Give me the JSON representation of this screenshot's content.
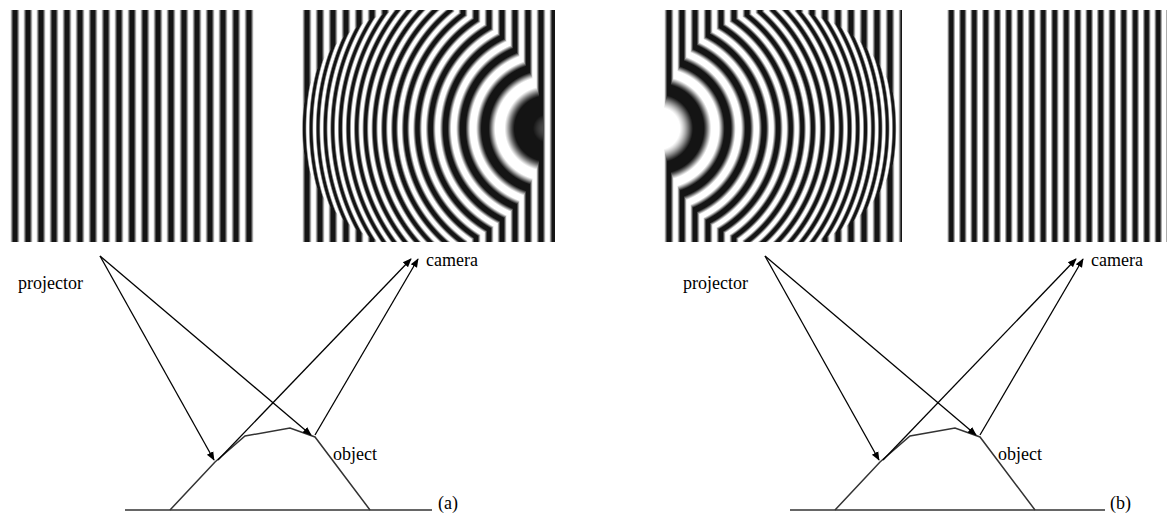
{
  "diagram": {
    "labels": [
      "projector",
      "camera",
      "object",
      "(a)",
      "projector",
      "camera",
      "object",
      "(b)"
    ]
  }
}
